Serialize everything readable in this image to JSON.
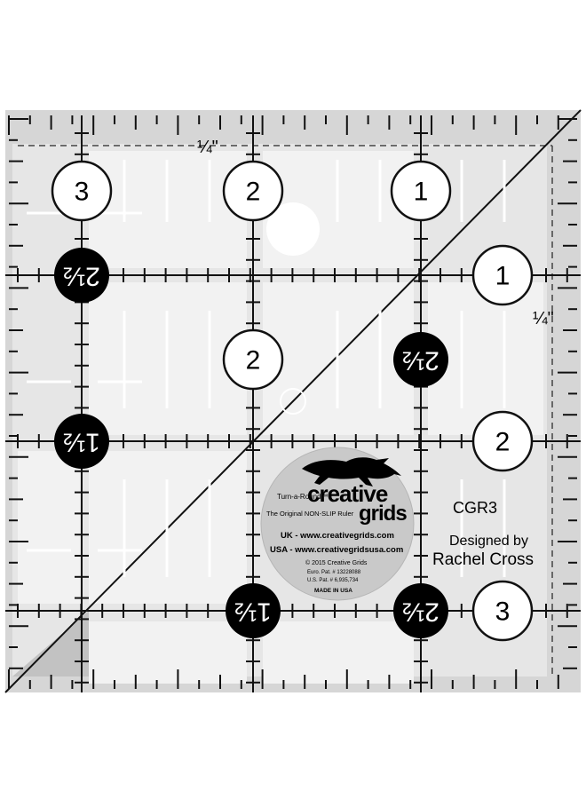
{
  "ruler": {
    "model": "CGR3",
    "designer_line1": "Designed by",
    "designer_line2": "Rachel Cross",
    "quarter_top": "¼\"",
    "quarter_right": "¼\"",
    "colors": {
      "ruler_gray": "#d4d4d4",
      "ruler_edge": "#bdbdbd",
      "line": "#111111",
      "badge_fill": "#c9c9c9",
      "marker_black": "#000000",
      "marker_white": "#ffffff"
    }
  },
  "top_markers": [
    "3",
    "2",
    "1"
  ],
  "right_markers": [
    "1",
    "2",
    "3"
  ],
  "inner_markers": {
    "left_top": "2½",
    "left_bottom": "1½",
    "center": "2",
    "right_mid": "2½",
    "bottom_left": "1½",
    "bottom_right": "2½"
  },
  "badge": {
    "tagline": "Turn-a-Round™",
    "brand_line1": "creative",
    "brand_line2": "grids",
    "subtitle": "The Original NON-SLIP Ruler",
    "uk": "UK - www.creativegrids.com",
    "usa": "USA - www.creativegridsusa.com",
    "copyright": "© 2015 Creative Grids",
    "euro_pat": "Euro. Pat. # 13228088",
    "us_pat": "U.S. Pat. # 6,935,734",
    "made_in": "MADE IN USA",
    "logo_icon": "running-fox-icon"
  }
}
